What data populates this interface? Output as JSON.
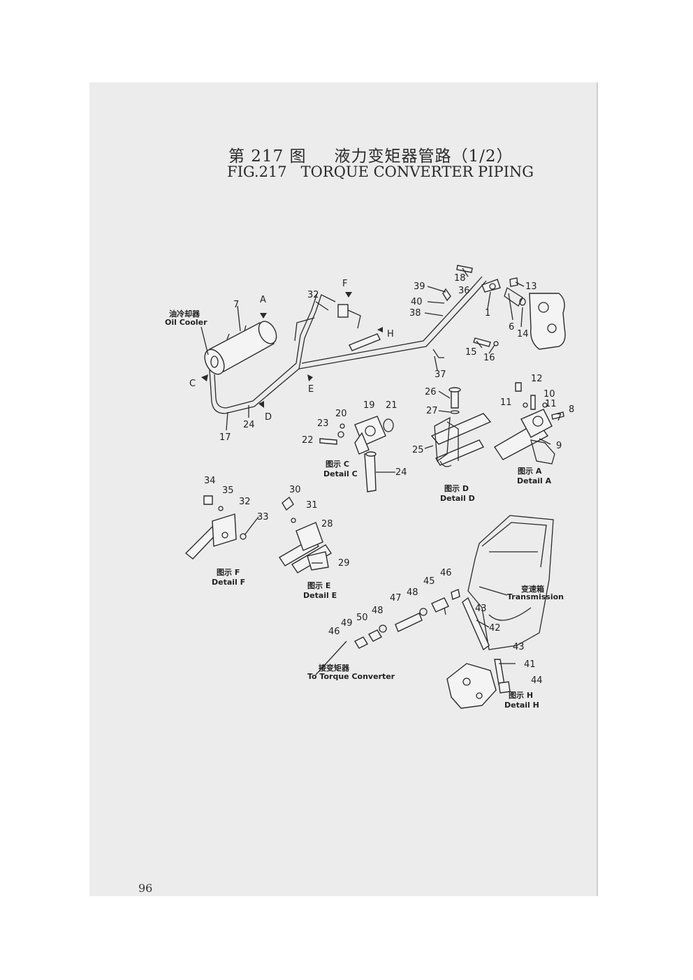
{
  "title": {
    "cn_number": "第 217 图",
    "cn_name": "液力变矩器管路（1/2）",
    "en_number": "FIG.217",
    "en_name": "TORQUE CONVERTER PIPING"
  },
  "callouts": {
    "oil_cooler_cn": "油冷却器",
    "oil_cooler_en": "Oil Cooler",
    "transmission_cn": "变速箱",
    "transmission_en": "Transmission",
    "to_tc_cn": "接变矩器",
    "to_tc_en": "To Torque Converter"
  },
  "view_letters": [
    "A",
    "C",
    "D",
    "E",
    "F",
    "H"
  ],
  "details": {
    "A": {
      "cn": "图示 A",
      "en": "Detail A"
    },
    "C": {
      "cn": "图示 C",
      "en": "Detail C"
    },
    "D": {
      "cn": "图示 D",
      "en": "Detail D"
    },
    "E": {
      "cn": "图示 E",
      "en": "Detail E"
    },
    "F": {
      "cn": "图示 F",
      "en": "Detail F"
    },
    "H": {
      "cn": "图示 H",
      "en": "Detail H"
    }
  },
  "part_numbers": [
    "1",
    "6",
    "7",
    "8",
    "9",
    "10",
    "11",
    "12",
    "13",
    "14",
    "15",
    "16",
    "17",
    "18",
    "19",
    "20",
    "21",
    "22",
    "23",
    "24",
    "25",
    "26",
    "27",
    "28",
    "29",
    "30",
    "31",
    "32",
    "33",
    "34",
    "35",
    "36",
    "37",
    "38",
    "39",
    "40",
    "41",
    "42",
    "43",
    "44",
    "45",
    "46",
    "47",
    "48",
    "49",
    "50"
  ],
  "page_number": "96"
}
